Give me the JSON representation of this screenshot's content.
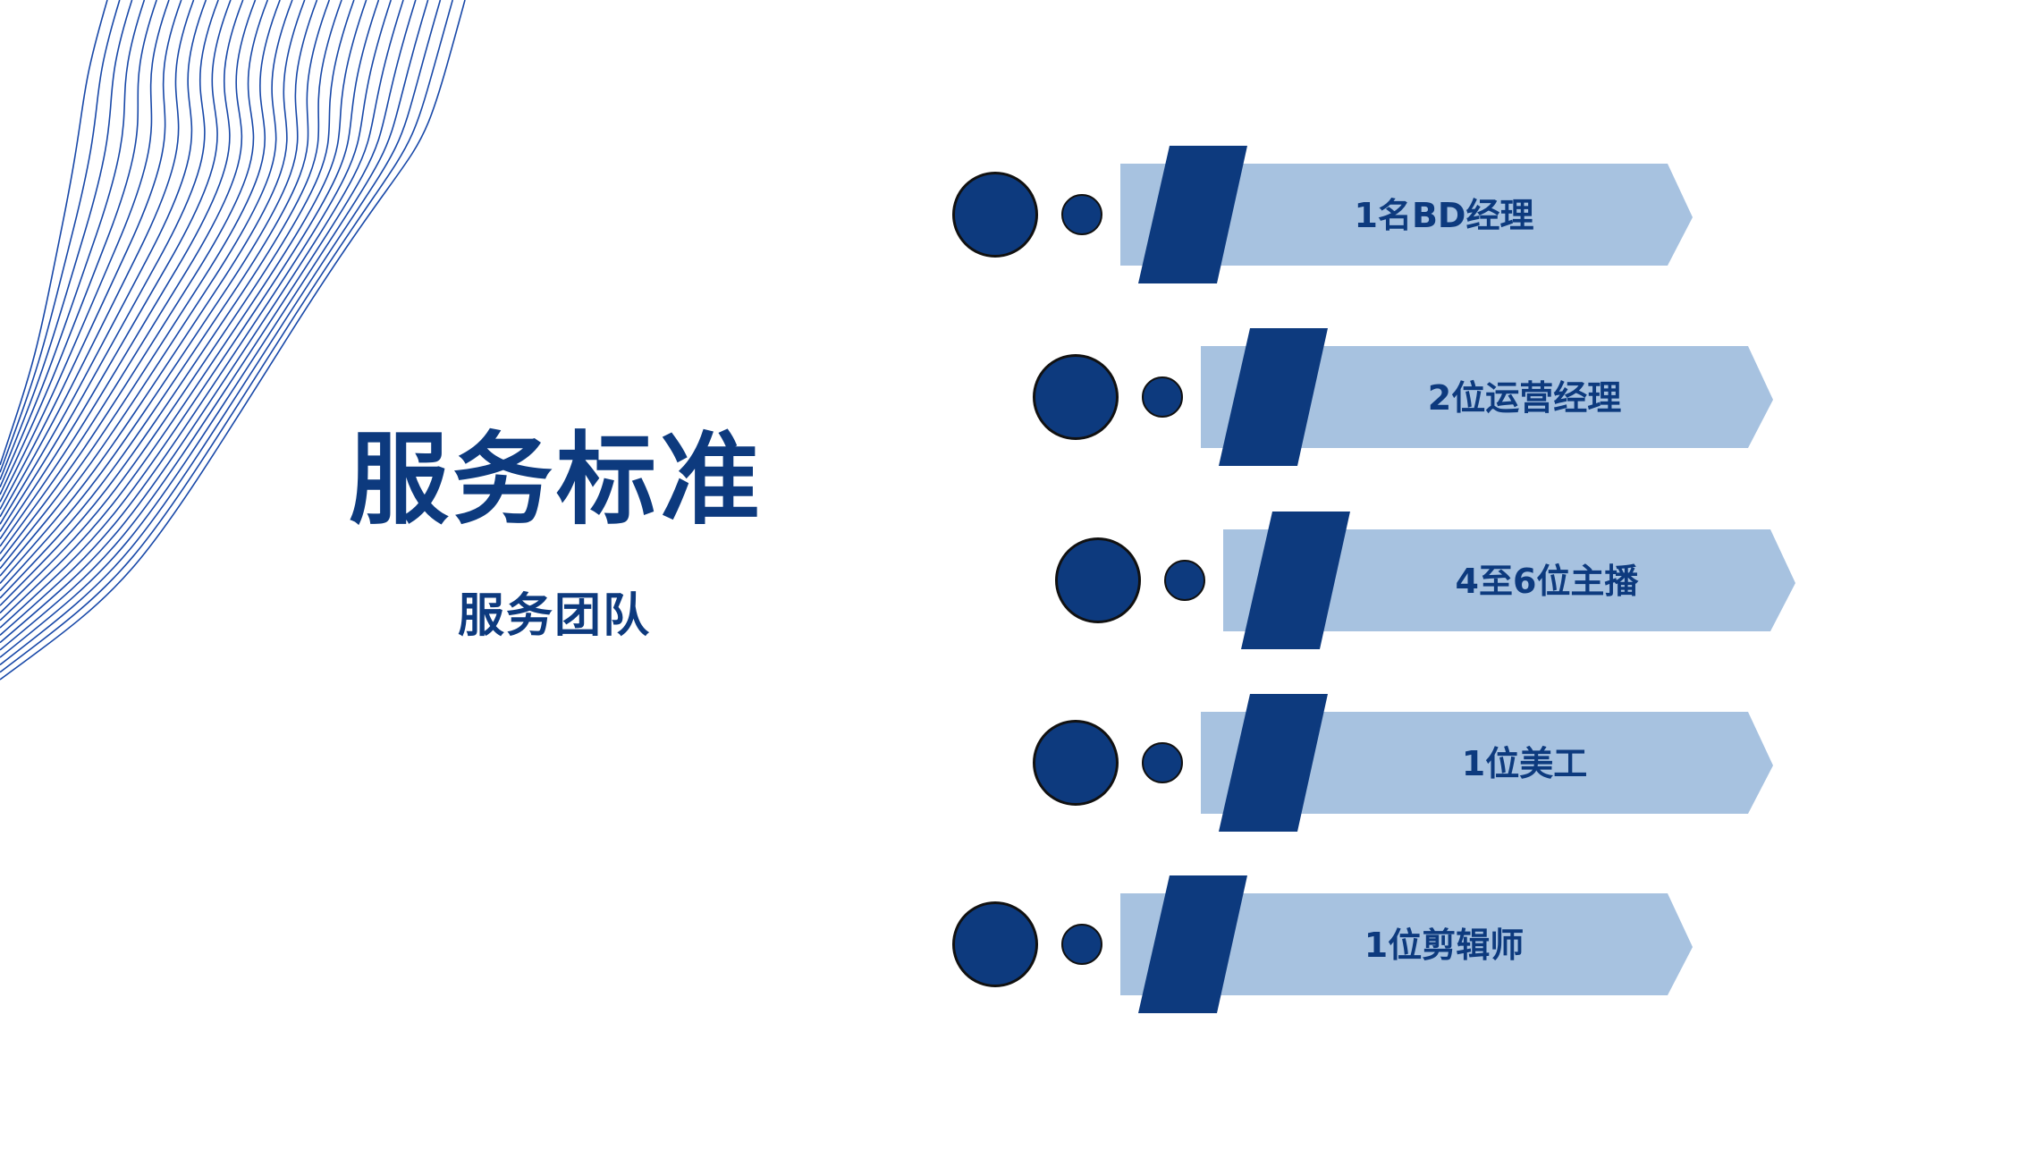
{
  "title": "服务标准",
  "subtitle": "服务团队",
  "items": [
    {
      "label": "1名BD经理"
    },
    {
      "label": "2位运营经理"
    },
    {
      "label": "4至6位主播"
    },
    {
      "label": "1位美工"
    },
    {
      "label": "1位剪辑师"
    }
  ],
  "colors": {
    "dark_blue": "#0d3a7e",
    "light_blue": "#a7c2e0",
    "background": "#ffffff",
    "wave_line": "#1848a8"
  },
  "icons": {
    "decoration": "wave-lines-decoration",
    "bullet": "circle-dots-icon",
    "banner": "arrow-ribbon-banner"
  }
}
